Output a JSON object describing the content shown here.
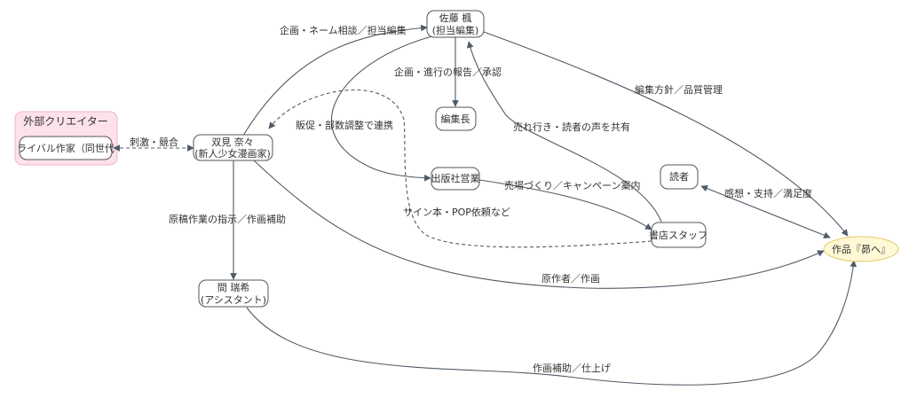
{
  "diagram": {
    "cluster": {
      "title": "外部クリエイター"
    },
    "nodes": {
      "sato": {
        "line1": "佐藤 楓",
        "line2": "(担当編集)"
      },
      "henshucho": {
        "label": "編集長"
      },
      "futami": {
        "line1": "双見 奈々",
        "line2": "(新人少女漫画家)"
      },
      "rival": {
        "label": "ライバル作家（同世代"
      },
      "eigyo": {
        "label": "出版社営業"
      },
      "dokusha": {
        "label": "読者"
      },
      "shoten": {
        "label": "書店スタッフ"
      },
      "sakuhin": {
        "label": "作品『昴へ』"
      },
      "aida": {
        "line1": "間 瑞希",
        "line2": "(アシスタント)"
      }
    },
    "edges": {
      "kikaku_name": "企画・ネーム相談／担当編集",
      "shinko_hokoku": "企画・進行の報告／承認",
      "henshu_hoshin": "編集方針／品質管理",
      "shigeki": "刺激・競合",
      "hansoku": "販促・部数調整で連携",
      "urayuki": "売れ行き・読者の声を共有",
      "uriba": "売場づくり／キャンペーン案内",
      "kanso": "感想・支持／満足度",
      "sign": "サイン本・POP依頼など",
      "genko": "原稿作業の指示／作画補助",
      "gensakusha": "原作者／作画",
      "sakuga_hojo": "作画補助／仕上げ"
    }
  }
}
